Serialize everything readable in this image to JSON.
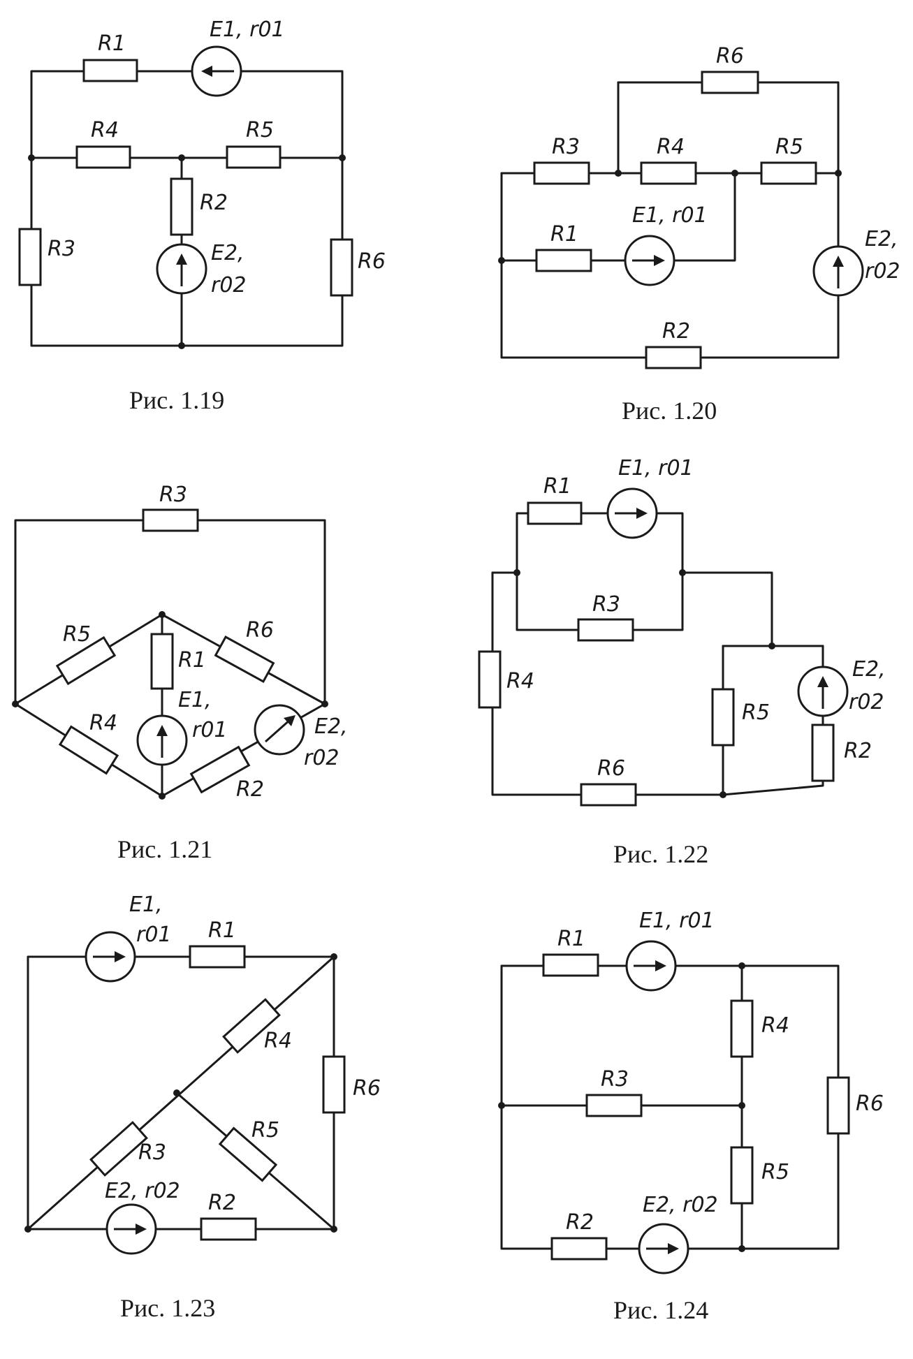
{
  "figures": [
    {
      "caption": "Рис. 1.19",
      "labels": [
        "R1",
        "E1, r01",
        "R4",
        "R5",
        "R2",
        "R3",
        "E2,",
        "r02",
        "R6"
      ]
    },
    {
      "caption": "Рис. 1.20",
      "labels": [
        "R6",
        "R3",
        "R4",
        "R5",
        "R1",
        "E1, r01",
        "E2,",
        "r02",
        "R2"
      ]
    },
    {
      "caption": "Рис. 1.21",
      "labels": [
        "R3",
        "R5",
        "R6",
        "R1",
        "E1,",
        "r01",
        "R4",
        "E2,",
        "r02",
        "R2"
      ]
    },
    {
      "caption": "Рис. 1.22",
      "labels": [
        "R1",
        "E1, r01",
        "R3",
        "R4",
        "R5",
        "E2,",
        "r02",
        "R2",
        "R6"
      ]
    },
    {
      "caption": "Рис. 1.23",
      "labels": [
        "E1,",
        "r01",
        "R1",
        "R4",
        "R6",
        "R3",
        "R5",
        "E2, r02",
        "R2"
      ]
    },
    {
      "caption": "Рис. 1.24",
      "labels": [
        "R1",
        "E1, r01",
        "R4",
        "R3",
        "R6",
        "R5",
        "R2",
        "E2, r02"
      ]
    }
  ]
}
